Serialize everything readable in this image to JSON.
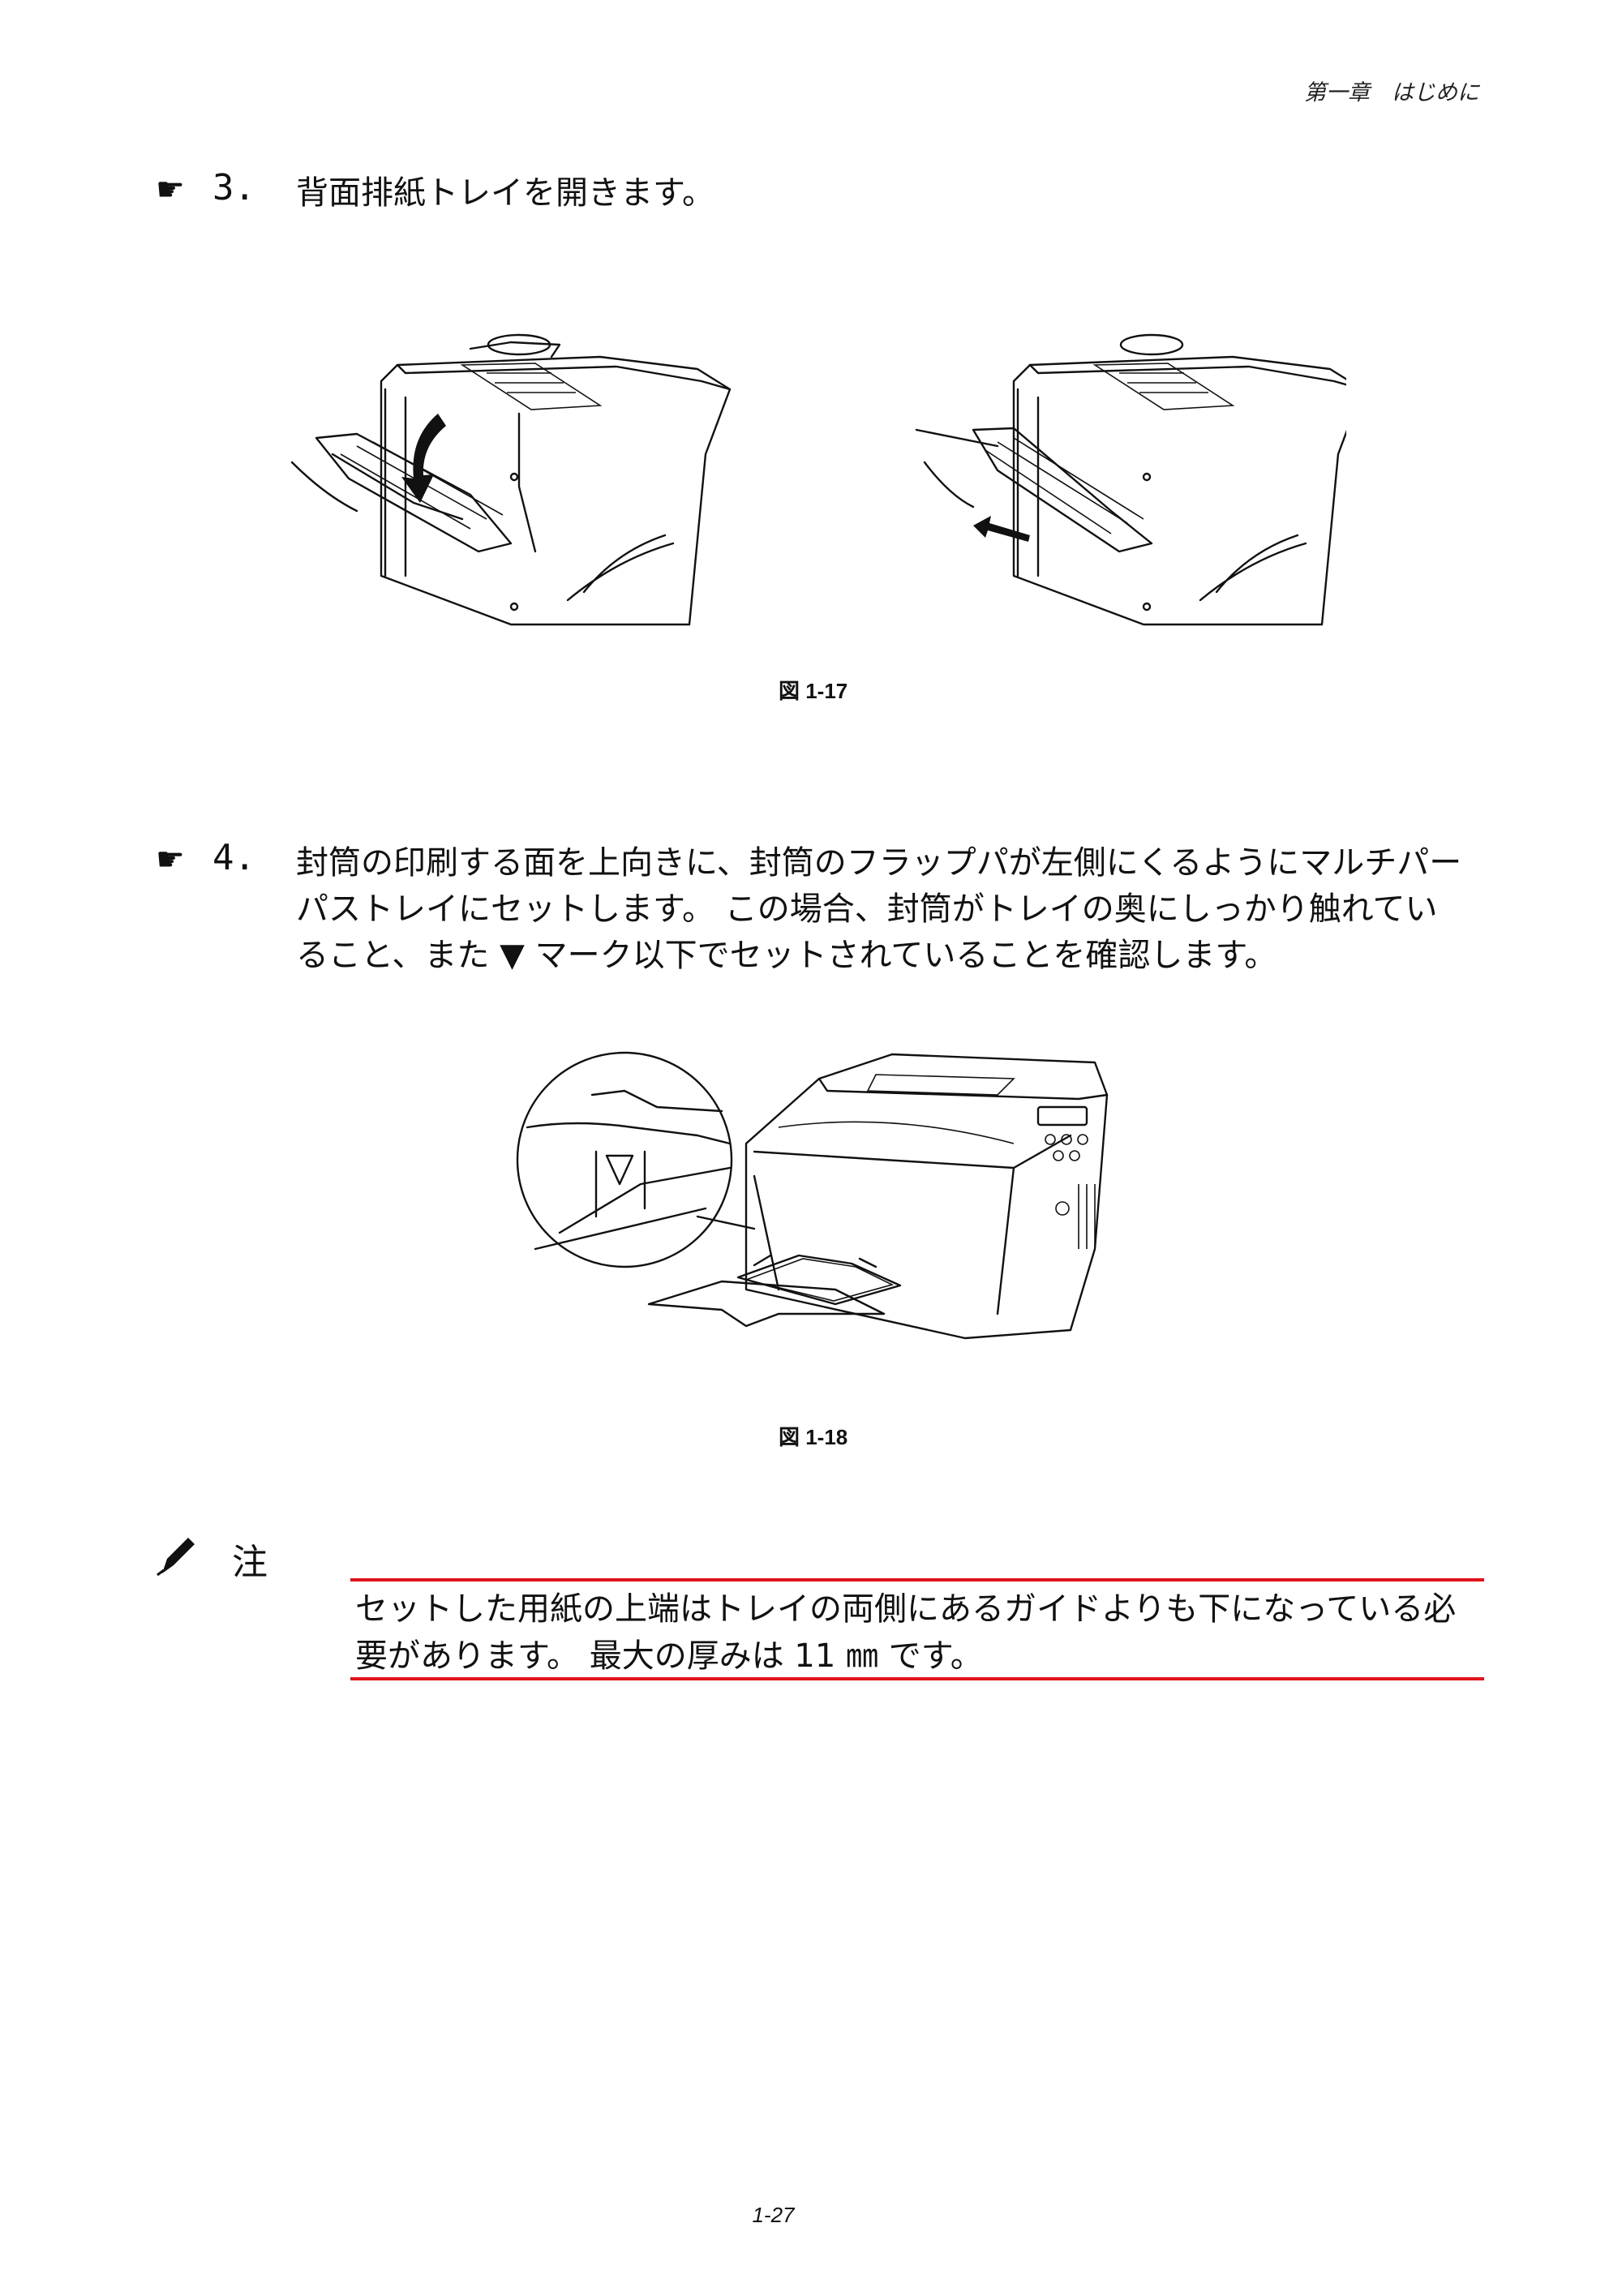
{
  "header": {
    "chapter": "第一章　はじめに"
  },
  "steps": [
    {
      "icon": "pointing-hand-icon",
      "number": "3.",
      "text": "背面排紙トレイを開きます。"
    },
    {
      "icon": "pointing-hand-icon",
      "number": "4.",
      "lines": [
        "封筒の印刷する面を上向きに、封筒のフラップパが左側にくるようにマルチパー",
        "パストレイにセットします。 この場合、封筒がトレイの奥にしっかり触れてい",
        "ること、また ▼ マーク以下でセットされていることを確認します。"
      ]
    }
  ],
  "figures": [
    {
      "caption": "図 1-17"
    },
    {
      "caption": "図 1-18"
    }
  ],
  "note": {
    "icon": "pencil-icon",
    "title": "注",
    "lines": [
      "セットした用紙の上端はトレイの両側にあるガイドよりも下になっている必",
      "要があります。 最大の厚みは 11 ㎜ です。"
    ],
    "rule_color": "#e0141a"
  },
  "footer": {
    "page": "1-27"
  }
}
